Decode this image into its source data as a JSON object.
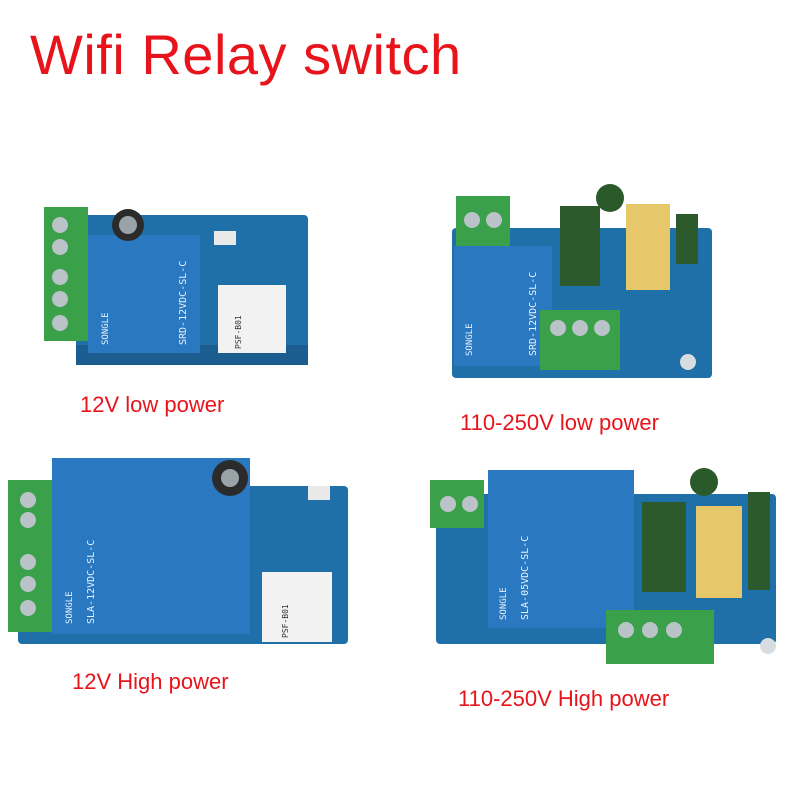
{
  "title": "Wifi Relay switch",
  "products": [
    {
      "caption": "12V low power",
      "relay_text": "SRD-12VDC-SL-C",
      "brand": "SONGLE",
      "module_text": "PSF-B01"
    },
    {
      "caption": "110-250V  low power",
      "relay_text": "SRD-12VDC-SL-C",
      "brand": "SONGLE"
    },
    {
      "caption": "12V High power",
      "relay_text": "SLA-12VDC-SL-C",
      "brand": "SONGLE",
      "module_text": "PSF-B01"
    },
    {
      "caption": "110-250V  High power",
      "relay_text": "SLA-05VDC-SL-C",
      "brand": "SONGLE"
    }
  ],
  "colors": {
    "title": "#e8141b",
    "pcb": "#1f6fa8",
    "relay": "#2a78c0",
    "terminal": "#3aa14a"
  }
}
